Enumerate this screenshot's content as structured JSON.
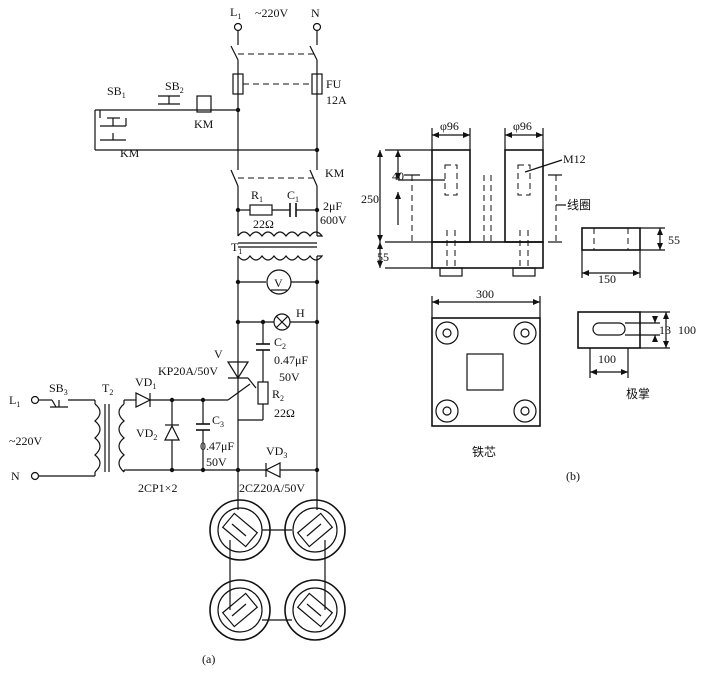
{
  "circuit": {
    "supply_top": {
      "l1": "L",
      "l1_sub": "1",
      "voltage": "~220V",
      "n": "N"
    },
    "fuse": {
      "name": "FU",
      "rating": "12A"
    },
    "sb1": {
      "name": "SB",
      "sub": "1"
    },
    "sb2": {
      "name": "SB",
      "sub": "2"
    },
    "km_coil": "KM",
    "km_aux": "KM",
    "km_main": "KM",
    "r1": {
      "name": "R",
      "sub": "1",
      "value": "22Ω"
    },
    "c1": {
      "name": "C",
      "sub": "1",
      "value": "2μF",
      "voltage": "600V"
    },
    "t1": {
      "name": "T",
      "sub": "1"
    },
    "voltmeter": "V",
    "lamp": "H",
    "c2": {
      "name": "C",
      "sub": "2",
      "value": "0.47μF",
      "voltage": "50V"
    },
    "r2": {
      "name": "R",
      "sub": "2",
      "value": "22Ω"
    },
    "thyristor": {
      "name": "V",
      "model": "KP20A/50V"
    },
    "vd1": {
      "name": "VD",
      "sub": "1"
    },
    "vd2": {
      "name": "VD",
      "sub": "2"
    },
    "vd3": {
      "name": "VD",
      "sub": "3",
      "model": "2CZ20A/50V"
    },
    "c3": {
      "name": "C",
      "sub": "3",
      "value": "0.47μF",
      "voltage": "50V"
    },
    "diode_pair": "2CP1×2",
    "sb3": {
      "name": "SB",
      "sub": "3"
    },
    "t2": {
      "name": "T",
      "sub": "2"
    },
    "supply_left": {
      "l1": "L",
      "l1_sub": "1",
      "voltage": "~220V",
      "n": "N"
    },
    "caption": "(a)"
  },
  "mechanical": {
    "dia_left": "φ96",
    "dia_right": "φ96",
    "thread": "M12",
    "coil_label": "线圈",
    "dim_40": "40",
    "dim_250": "250",
    "dim_55_left": "55",
    "dim_300": "300",
    "core_label": "铁芯",
    "pole_dim_55": "55",
    "pole_dim_150": "150",
    "pole_dim_13": "13",
    "pole_dim_100_right": "100",
    "pole_dim_100_bottom": "100",
    "pole_label": "极掌",
    "caption": "(b)"
  }
}
